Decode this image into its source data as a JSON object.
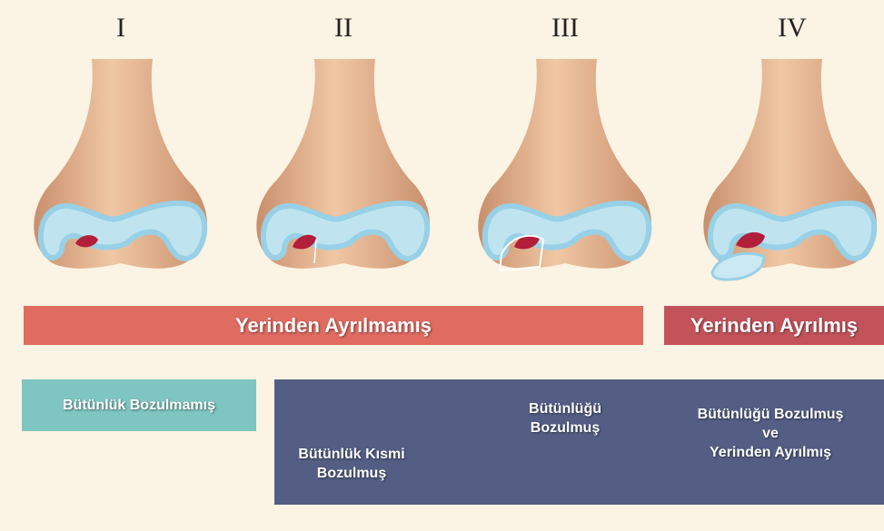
{
  "stages": [
    {
      "numeral": "I"
    },
    {
      "numeral": "II"
    },
    {
      "numeral": "III"
    },
    {
      "numeral": "IV"
    }
  ],
  "bands": {
    "not_displaced": "Yerinden Ayrılmamış",
    "displaced": "Yerinden Ayrılmış"
  },
  "boxes": {
    "intact": "Bütünlük Bozulmamış",
    "partial_line1": "Bütünlük Kısmi",
    "partial_line2": "Bozulmuş",
    "broken_line1": "Bütünlüğü",
    "broken_line2": "Bozulmuş",
    "broken_displaced_line1": "Bütünlüğü Bozulmuş",
    "broken_displaced_line2": "ve",
    "broken_displaced_line3": "Yerinden Ayrılmış"
  },
  "colors": {
    "background": "#fbf3e3",
    "bone": "#e7b48f",
    "cartilage": "#a9d9ea",
    "lesion": "#b21f3a",
    "band_red": "#df6b61",
    "band_dark_red": "#c2535a",
    "teal": "#7fc5c1",
    "navy": "#545e85"
  }
}
